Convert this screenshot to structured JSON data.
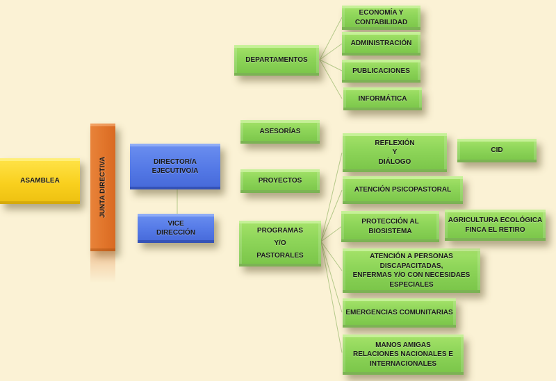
{
  "colors": {
    "background": "#fbf2d5",
    "green": "#8fd65a",
    "yellow": "#f9d01e",
    "orange": "#e2762c",
    "blue": "#5479e6",
    "connector": "#b5c98a"
  },
  "nodes": {
    "asamblea": "ASAMBLEA",
    "junta_directiva": "JUNTA  DIRECTIVA",
    "director": "DIRECTOR/A EJECUTIVO/A",
    "vice": "VICE\nDIRECCIÓN",
    "departamentos": "DEPARTAMENTOS",
    "asesorias": "ASESORÍAS",
    "proyectos": "PROYECTOS",
    "programas": "PROGRAMAS\nY/O\nPASTORALES"
  },
  "departamentos_children": [
    "ECONOMÍA Y\nCONTABILIDAD",
    "ADMINISTRACIÓN",
    "PUBLICACIONES",
    "INFORMÁTICA"
  ],
  "programas_children": [
    "REFLEXIÓN\nY\nDIÁLOGO",
    "ATENCIÓN PSICOPASTORAL",
    "PROTECCIÓN AL BIOSISTEMA",
    "ATENCIÓN A PERSONAS DISCAPACITADAS,\nENFERMAS Y/O CON NECESIDAES\nESPECIALES",
    "EMERGENCIAS COMUNITARIAS",
    "MANOS AMIGAS\nRELACIONES NACIONALES E\nINTERNACIONALES"
  ],
  "sub_children": {
    "cid": "CID",
    "agricultura": "AGRICULTURA ECOLÓGICA\nFINCA EL RETIRO"
  }
}
